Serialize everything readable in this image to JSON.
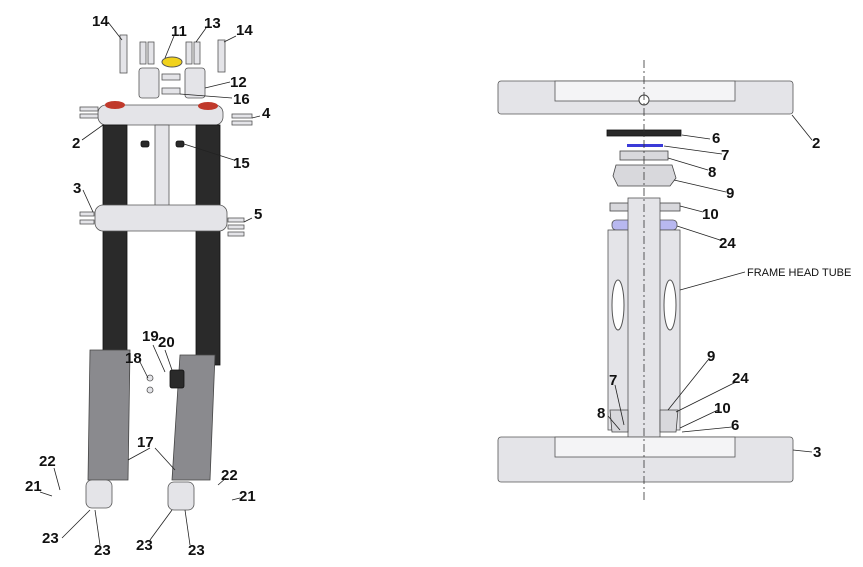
{
  "left_view": {
    "callouts": [
      "14",
      "11",
      "13",
      "14",
      "12",
      "16",
      "4",
      "2",
      "15",
      "3",
      "5",
      "19",
      "20",
      "18",
      "17",
      "22",
      "21",
      "22",
      "21",
      "23",
      "23",
      "23",
      "23"
    ]
  },
  "right_view": {
    "callouts": [
      "2",
      "6",
      "7",
      "8",
      "9",
      "10",
      "24",
      "9",
      "24",
      "7",
      "10",
      "8",
      "6",
      "3"
    ],
    "frame_label": "FRAME HEAD TUBE"
  },
  "colors": {
    "label": "#111111",
    "bearing_blue": "#b8b8f0",
    "cap_red": "#c0392b",
    "clamp_yellow": "#f1d21c"
  }
}
